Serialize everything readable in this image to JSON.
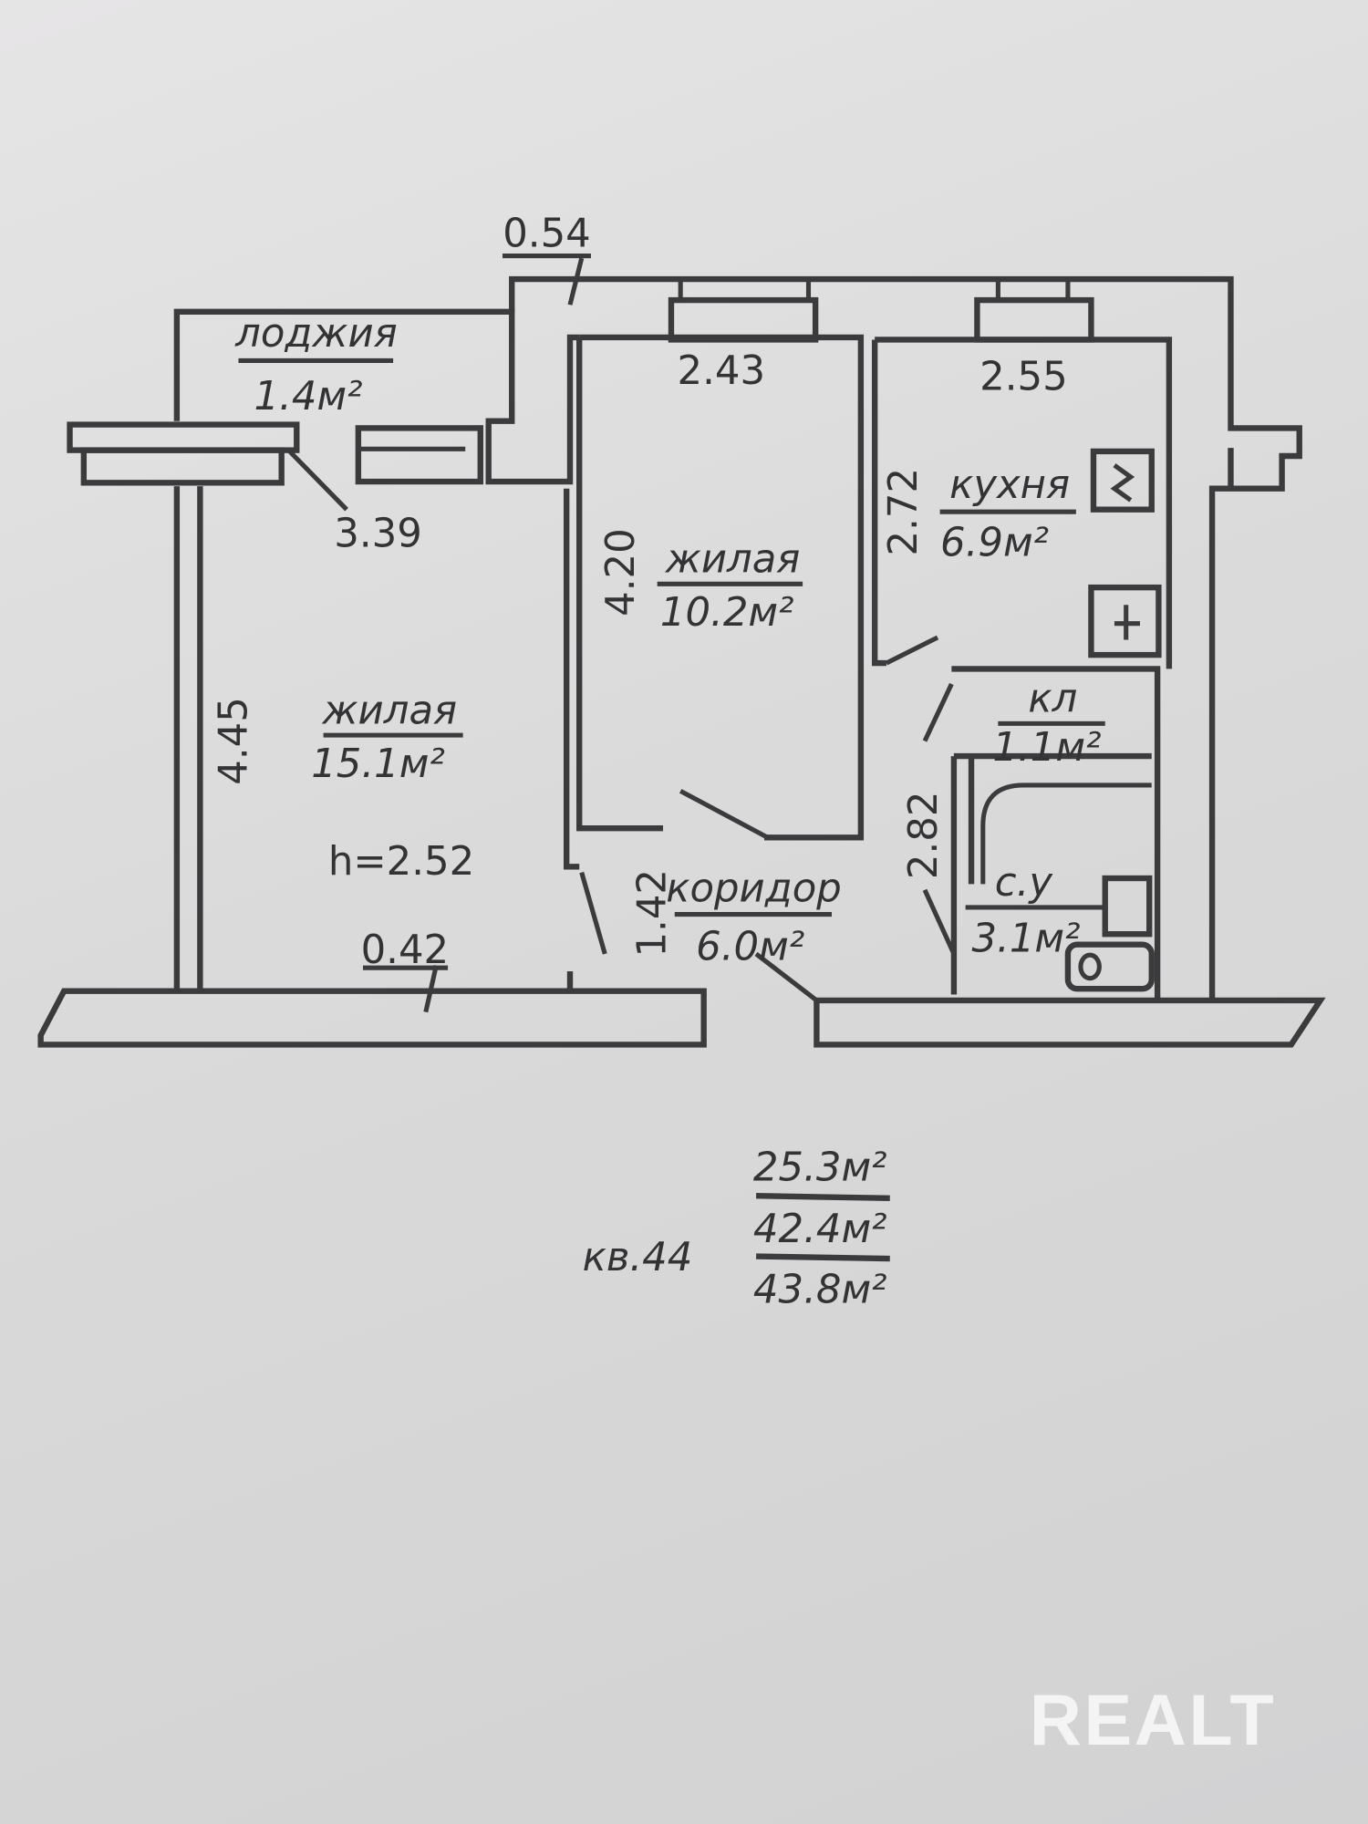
{
  "rooms": {
    "loggia": {
      "name": "лоджия",
      "area": "1.4м²"
    },
    "room_small": {
      "name": "жилая",
      "area": "10.2м²"
    },
    "kitchen": {
      "name": "кухня",
      "area": "6.9м²"
    },
    "room_large": {
      "name": "жилая",
      "area": "15.1м²"
    },
    "corridor": {
      "name": "коридор",
      "area": "6.0м²"
    },
    "closet": {
      "name": "кл",
      "area": "1.1м²"
    },
    "bathroom": {
      "name": "с.у",
      "area": "3.1м²"
    }
  },
  "dimensions": {
    "d054": "0.54",
    "d243": "2.43",
    "d255": "2.55",
    "d339": "3.39",
    "d420": "4.20",
    "d272": "2.72",
    "d445": "4.45",
    "d142": "1.42",
    "d282": "2.82",
    "d042": "0.42",
    "ceiling": "h=2.52"
  },
  "summary": {
    "apartment": "кв.44",
    "living_area": "25.3м²",
    "total_area": "42.4м²",
    "total_with_loggia": "43.8м²"
  },
  "watermark": "REALT"
}
